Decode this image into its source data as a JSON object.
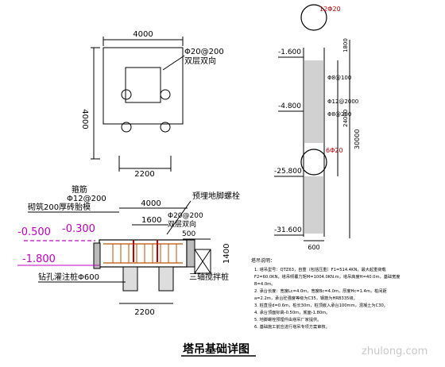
{
  "plan": {
    "dim_top": "4000",
    "dim_left": "4000",
    "dim_bottom": "2200",
    "rebar_spec": "Φ20@200",
    "rebar_note": "双层双向"
  },
  "section": {
    "label_tie": "箍筋",
    "label_tie_spec": "Φ12@200",
    "label_brick": "砌筑200厚砖胎模",
    "label_bolt": "预埋地脚螺栓",
    "label_rebar_spec": "Φ20@200",
    "label_rebar_note": "双层双向",
    "dim_4000": "4000",
    "dim_1600": "1600",
    "dim_500": "500",
    "dim_1400": "1400",
    "dim_2200": "2200",
    "elev_1": "-0.500",
    "elev_2": "-0.300",
    "elev_3": "-1.800",
    "label_pile": "钻孔灌注桩Φ600",
    "label_beam": "三轴搅拌桩"
  },
  "pile": {
    "head_label": "12Φ20",
    "elev_1": "-1.600",
    "elev_2": "-4.800",
    "elev_3": "-25.800",
    "elev_4": "-31.600",
    "spec_1": "Φ8@100",
    "spec_2": "Φ12@2000",
    "spec_3": "Φ8@200",
    "mid_label": "6Φ20",
    "dim_total": "30000",
    "dim_mid": "24000",
    "dim_top": "1800",
    "dim_width": "600"
  },
  "notes": {
    "title": "塔吊说明：",
    "lines": [
      "1. 塔吊型号：QTZ63，自重（包括压重）F1=514.4KN，最大起重荷载",
      "F2=60.0KN，塔吊倾覆力矩M=1004.0KN.m，塔吊高度H=40.0m，基础宽度",
      "B=4.0m。",
      "2. 承台长度：宽度Lc=4.0m，宽度Bc=4.0m，厚度Hc=1.4m，桩间距",
      "a=2.2m，承台砼强度等级为C35，钢筋为HRB335级。",
      "3. 桩直径d=0.6m，桩长30m，桩顶嵌入承台100mm，混凝土为C30。",
      "4. 承台顶面标高-0.50m，底面-1.80m。",
      "5. 地脚螺栓预埋件由塔吊厂家提供。",
      "6. 基础施工前应进行塔吊专项方案审核。"
    ]
  },
  "title": "塔吊基础详图",
  "watermark": "zhulong.com",
  "colors": {
    "ink": "#000000",
    "red": "#c00000",
    "magenta": "#c000c0",
    "rebar_orange": "#c05000"
  }
}
